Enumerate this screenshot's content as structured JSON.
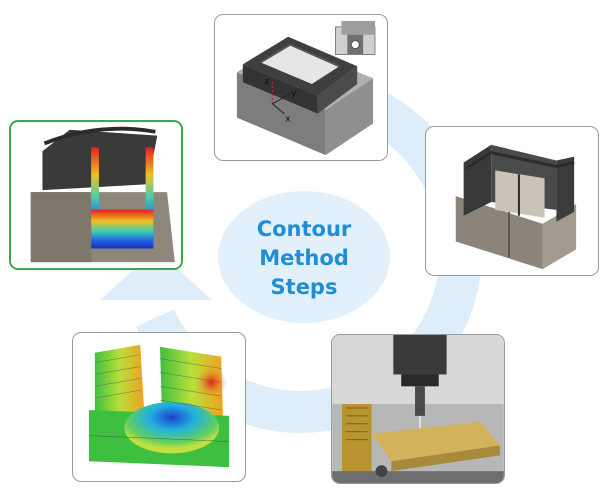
{
  "center": {
    "lines": [
      "Contour",
      "Method",
      "Steps"
    ]
  },
  "colors": {
    "cycle": "#ddeefa",
    "label": "#1e8fd6",
    "active_border": "#3aaa4a",
    "card_border": "#9a9a9a"
  },
  "cards": [
    {
      "id": "step-top",
      "depicts": "printed part with coordinate axes",
      "axis_labels": [
        "z",
        "y",
        "x"
      ],
      "active": false
    },
    {
      "id": "step-right",
      "depicts": "cut printed part",
      "active": false
    },
    {
      "id": "step-bottom-right",
      "depicts": "wire EDM cutting",
      "active": false
    },
    {
      "id": "step-bottom-left",
      "depicts": "FE model contour",
      "active": false
    },
    {
      "id": "step-left",
      "depicts": "stress map on part",
      "active": true
    }
  ]
}
